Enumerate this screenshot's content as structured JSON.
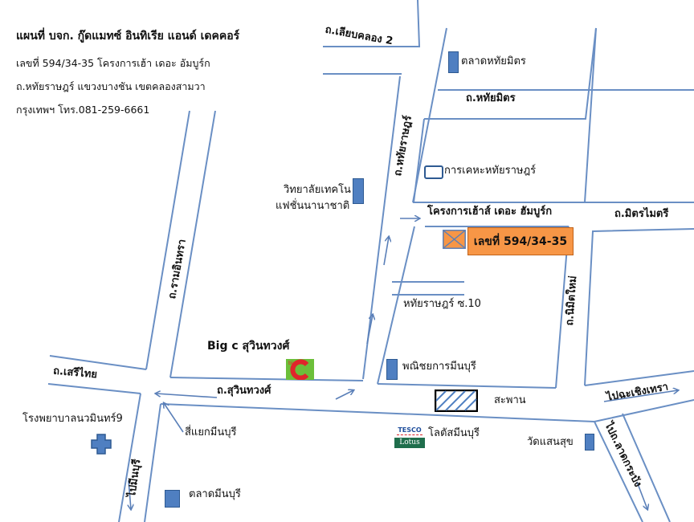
{
  "header": {
    "title": "แผนที่ บจก. กู๊ดแมทซ์ อินทิเรีย แอนด์ เดคคอร์",
    "line1": "เลขที่ 594/34-35  โครงการเฮ้า เดอะ อัมบูร์ก",
    "line2": "ถ.หทัยราษฎร์ แขวงบางชัน เขตคลองสามวา",
    "line3": "กรุงเทพฯ โทร.081-259-6661"
  },
  "office": {
    "address_box": "เลขที่ 594/34-35",
    "project_label": "โครงการเฮ้าส์ เดอะ ฮัมบูร์ก"
  },
  "roads": {
    "khlong2": "ถ.เลียบคลอง 2",
    "hathairat": "ถ.หทัยราษฎร์",
    "hathaimit": "ถ.หทัยมิตร",
    "mitmaitri": "ถ.มิตรไมตรี",
    "ramintra": "ถ.รามอินทรา",
    "nimitmai": "ถ.นิมิตใหม่",
    "hathairat_soi10": "หทัยราษฎร์ ซ.10",
    "seri_thai": "ถ.เสรีไทย",
    "suwinthawong": "ถ.สุวินทวงศ์"
  },
  "directions": {
    "to_chachoengsao": "ไปฉะเชิงเทรา",
    "to_lat_krabang": "ไปถ.ลาดกระบัง",
    "to_minburi": "ไปมีนบุรี"
  },
  "landmarks": {
    "hathaimit_market": "ตลาดหทัยมิตร",
    "technical_school": "การเคหะหทัยราษฎร์",
    "fashion_college_line1": "วิทยาลัยเทคโน",
    "fashion_college_line2": "แฟชั่นนานาชาติ",
    "bigc": "Big c สุวินทวงศ์",
    "commerce_school": "พณิชยการมีนบุรี",
    "bridge": "สะพาน",
    "tesco_lotus": "โลตัสมีนบุรี",
    "saensuk_temple": "วัดแสนสุข",
    "hospital": "โรงพยาบาลนวมินทร์9",
    "minburi_junction": "สี่แยกมีนบุรี",
    "minburi_market": "ตลาดมีนบุรี"
  },
  "logos": {
    "tesco_text": "TESCO",
    "lotus_text": "Lotus",
    "bigc_text": "big"
  },
  "colors": {
    "road": "#6a8fc4",
    "marker_blue": "#4f7fc1",
    "office_orange": "#f79646",
    "bigc_green": "#6cbf3a",
    "bigc_red": "#e0262b"
  }
}
